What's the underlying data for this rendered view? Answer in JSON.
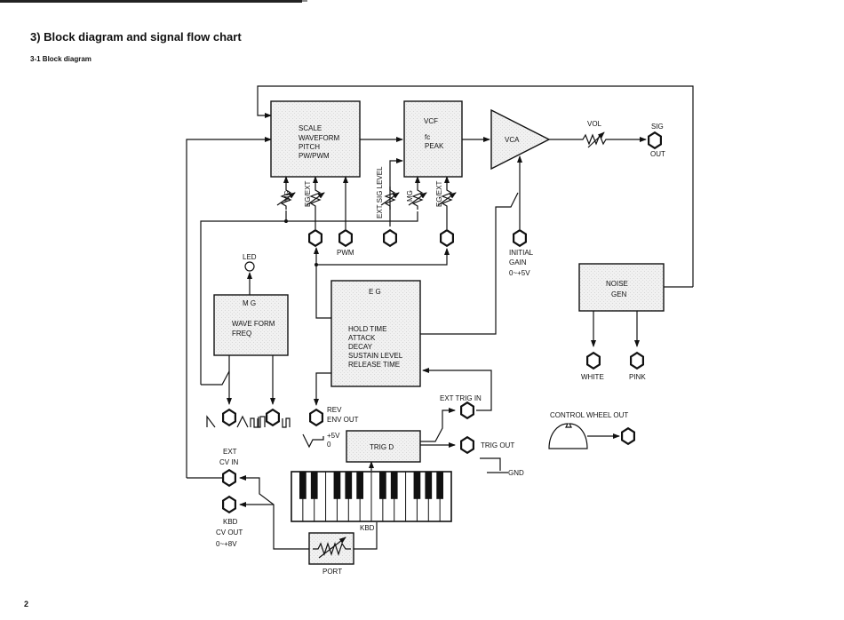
{
  "page": {
    "heading": "3)  Block diagram and signal flow chart",
    "subheading": "3-1  Block diagram",
    "page_number": "2"
  },
  "blocks": {
    "vco": {
      "lines": [
        "SCALE",
        "WAVEFORM",
        "PITCH",
        "PW/PWM"
      ]
    },
    "vcf": {
      "title": "VCF",
      "lines": [
        "fc",
        "PEAK"
      ]
    },
    "vca": {
      "title": "VCA"
    },
    "noise": {
      "lines": [
        "NOISE",
        "GEN"
      ]
    },
    "mg": {
      "title": "M G",
      "lines": [
        "WAVE FORM",
        "FREQ"
      ]
    },
    "eg": {
      "title": "E G",
      "lines": [
        "HOLD TIME",
        "ATTACK",
        "DECAY",
        "SUSTAIN LEVEL",
        "RELEASE TIME"
      ]
    },
    "trig": {
      "title": "TRIG D"
    },
    "port": {
      "label": "PORT"
    },
    "kbd": {
      "label": "KBD",
      "white_keys": 14
    }
  },
  "pots": {
    "vco_mg": "MG",
    "vco_eg_ext": "EG/EXT",
    "ext_sig_level": "EXT SIG LEVEL",
    "vcf_mg": "MG",
    "vcf_eg_ext": "EG/EXT",
    "vol": "VOL"
  },
  "jacks": {
    "pwm": "PWM",
    "sig_out": [
      "SIG",
      "OUT"
    ],
    "initial_gain": [
      "INITIAL",
      "GAIN",
      "0~+5V"
    ],
    "white": "WHITE",
    "pink": "PINK",
    "led": "LED",
    "rev_env_out": [
      "REV",
      "ENV OUT"
    ],
    "ext_trig_in": "EXT TRIG IN",
    "trig_out": "TRIG OUT",
    "gnd": "GND",
    "trig_levels": [
      "+5V",
      "0"
    ],
    "ext_cv_in": [
      "EXT",
      "CV IN"
    ],
    "kbd_cv_out": [
      "KBD",
      "CV OUT",
      "0~+8V"
    ],
    "control_wheel_out": "CONTROL WHEEL OUT"
  }
}
